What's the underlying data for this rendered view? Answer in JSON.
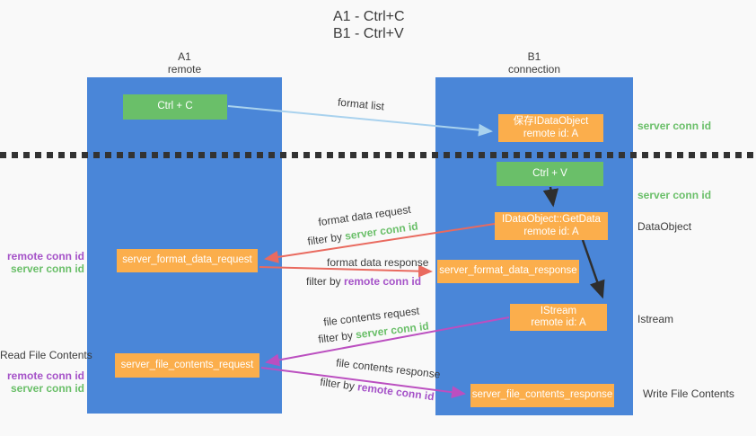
{
  "title": {
    "line1": "A1 - Ctrl+C",
    "line2": "B1 - Ctrl+V"
  },
  "lanes": {
    "left": {
      "name": "A1",
      "role": "remote"
    },
    "right": {
      "name": "B1",
      "role": "connection"
    }
  },
  "nodes": {
    "ctrl_c": {
      "label": "Ctrl + C"
    },
    "save_idataobject": {
      "line1": "保存IDataObject",
      "line2": "remote id: A"
    },
    "ctrl_v": {
      "label": "Ctrl + V"
    },
    "getdata": {
      "line1": "IDataObject::GetData",
      "line2": "remote id: A"
    },
    "format_data_request": {
      "label": "server_format_data_request"
    },
    "format_data_response": {
      "label": "server_format_data_response"
    },
    "istream": {
      "line1": "IStream",
      "line2": "remote id: A"
    },
    "file_contents_request": {
      "label": "server_file_contents_request"
    },
    "file_contents_response": {
      "label": "server_file_contents_response"
    }
  },
  "flow_labels": {
    "format_list": "format list",
    "format_data_request": "format data request",
    "format_data_response": "format data response",
    "file_contents_request": "file contents request",
    "file_contents_response": "file contents response",
    "filter_by": "filter by",
    "server_conn_id": "server conn id",
    "remote_conn_id": "remote conn id"
  },
  "left_annotations": {
    "remote_conn_id_1": "remote conn id",
    "server_conn_id_1": "server conn id",
    "read_file_contents": "Read File Contents",
    "remote_conn_id_2": "remote conn id",
    "server_conn_id_2": "server conn id"
  },
  "right_annotations": {
    "server_conn_id_1": "server conn id",
    "server_conn_id_2": "server conn id",
    "dataobject": "DataObject",
    "istream": "Istream",
    "write_file_contents": "Write File Contents"
  },
  "colors": {
    "lane_blue": "#4a86d8",
    "node_green": "#6abf69",
    "node_orange": "#fbae4c",
    "arrow_light_blue": "#a9d2ee",
    "arrow_red": "#e96a5f",
    "arrow_magenta": "#bb4fc0",
    "arrow_black": "#2e2e2e",
    "text_green": "#6abf69",
    "text_purple": "#a552c8",
    "text_dark": "#3c3c3c",
    "background": "#f9f9f9"
  }
}
